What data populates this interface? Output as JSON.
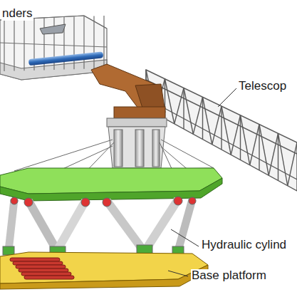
{
  "diagram": {
    "labels": [
      "nders",
      "Telescop",
      "Hydraulic cylind",
      "Base platform"
    ]
  }
}
